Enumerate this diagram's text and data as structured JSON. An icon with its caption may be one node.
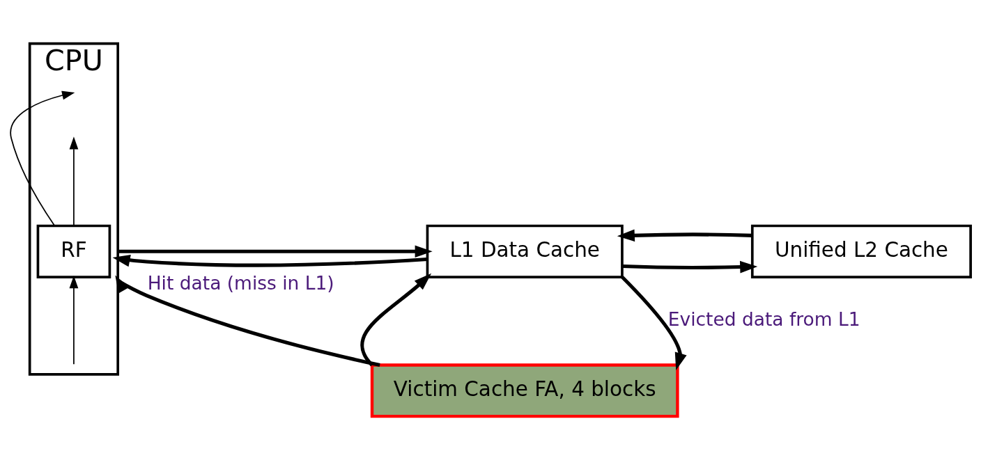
{
  "diagram": {
    "nodes": [
      {
        "text": [
          "CPU"
        ]
      },
      {
        "text": [
          "RF"
        ],
        "in": 0
      },
      {
        "text": [
          "L1 Data Cache"
        ]
      },
      {
        "text": [
          "Unified L2 Cache"
        ]
      },
      {
        "text": [
          "Victim Cache FA, 4 blocks"
        ]
      }
    ],
    "edges": [
      {
        "from": 0,
        "to": 2,
        "arrow": "to"
      },
      {
        "from": 2,
        "to": 0,
        "arrow": "to"
      },
      {
        "from": 3,
        "to": 2,
        "arrow": "to"
      },
      {
        "from": 2,
        "to": 3,
        "arrow": "to"
      },
      {
        "from": 2,
        "to": 4,
        "arrow": "to",
        "label": "Evicted data from L1"
      },
      {
        "from": 4,
        "to": 2,
        "arrow": "to"
      },
      {
        "from": 4,
        "to": 0,
        "arrow": "to",
        "label": "Hit data (miss in L1)"
      },
      {
        "from": 1,
        "to": null,
        "arrow": "to"
      },
      {
        "from": 1,
        "to": null,
        "arrow": "to"
      },
      {
        "from": null,
        "to": 1,
        "arrow": "to"
      }
    ]
  }
}
